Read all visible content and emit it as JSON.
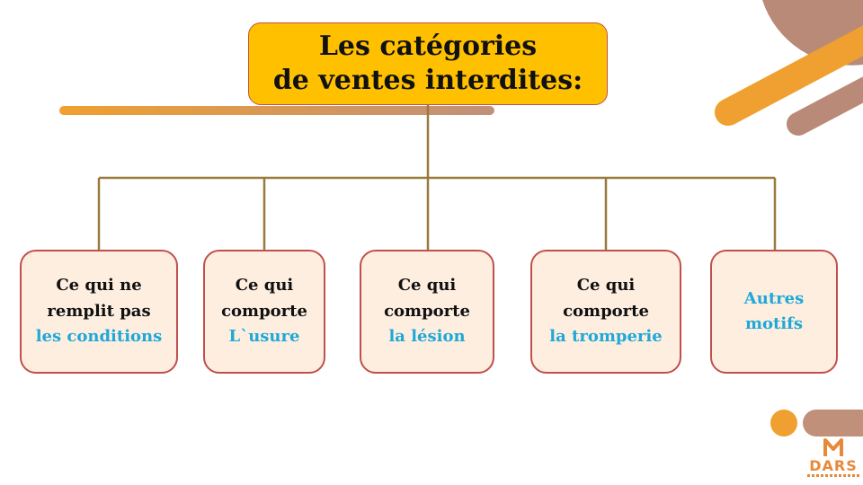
{
  "title": {
    "line1": "Les catégories",
    "line2": "de ventes interdites:"
  },
  "nodes": [
    {
      "line1": "Ce qui ne",
      "line2": "remplit pas",
      "highlight": "les conditions"
    },
    {
      "line1": "Ce qui",
      "line2": "comporte",
      "highlight": "L`usure"
    },
    {
      "line1": "Ce qui",
      "line2": "comporte",
      "highlight": "la lésion"
    },
    {
      "line1": "Ce qui",
      "line2": "comporte",
      "highlight": "la tromperie"
    },
    {
      "line1": "",
      "line2": "Autres",
      "highlight": "motifs"
    }
  ],
  "logo": {
    "text": "DARS"
  },
  "colors": {
    "title_fill": "#ffc000",
    "node_fill": "#fdeee0",
    "node_border": "#c0504d",
    "connector": "#9a7a3c",
    "highlight_text": "#1fa8d8",
    "accent_orange": "#f0a030",
    "accent_brown": "#b98a78"
  }
}
